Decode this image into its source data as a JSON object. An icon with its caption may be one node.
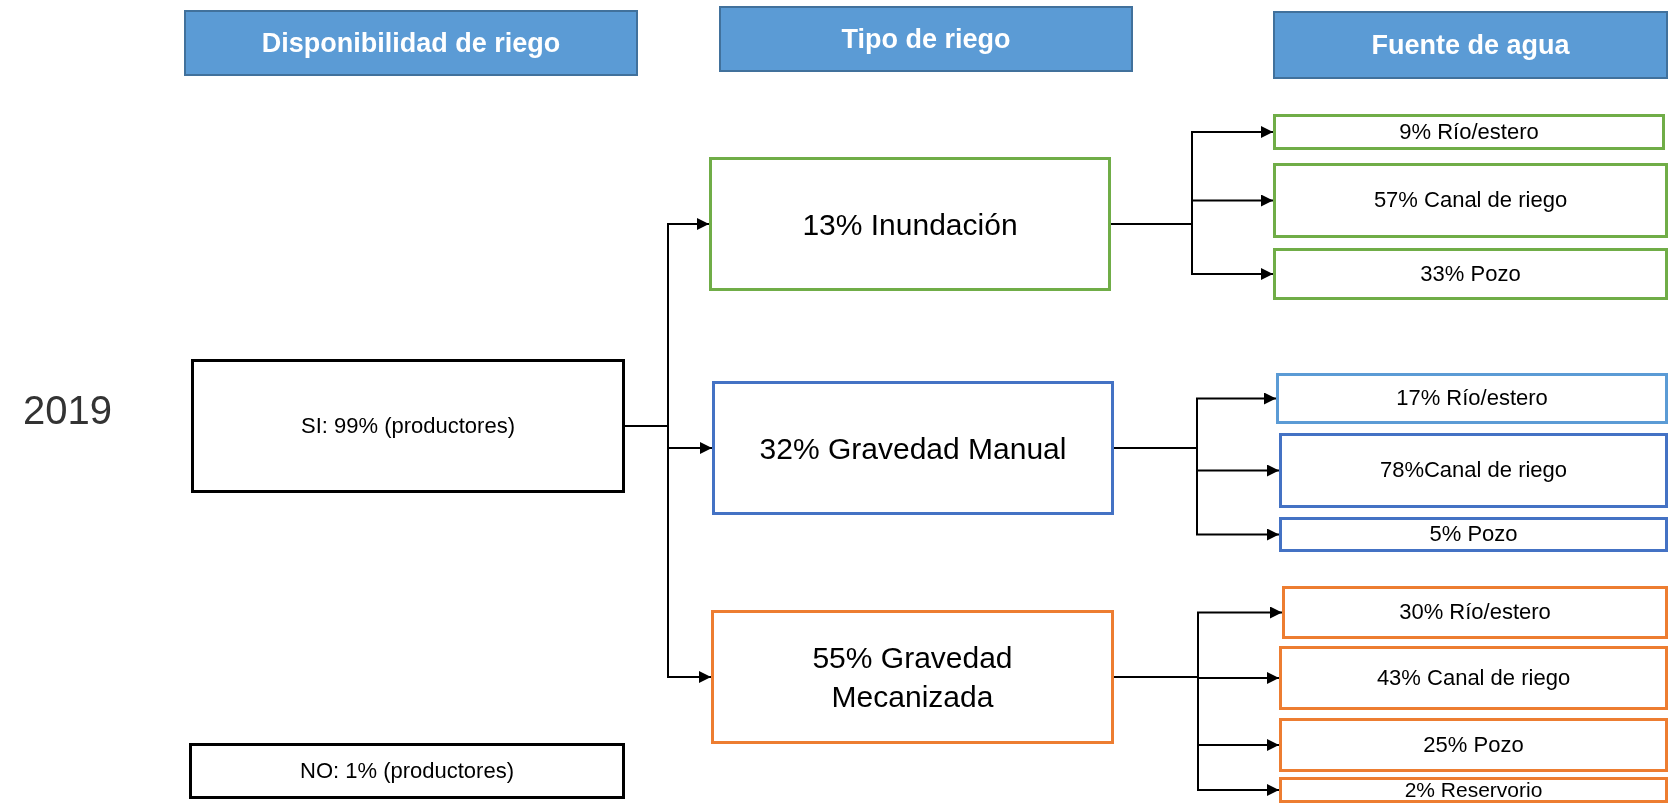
{
  "diagram": {
    "nodes": [
      {
        "text": [
          "Disponibilidad de riego"
        ]
      },
      {
        "text": [
          "Tipo de riego"
        ]
      },
      {
        "text": [
          "Fuente de agua"
        ]
      },
      {
        "text": [
          "SI: 99% (productores)"
        ]
      },
      {
        "text": [
          "NO: 1% (productores)"
        ]
      },
      {
        "text": [
          "13% Inundación"
        ]
      },
      {
        "text": [
          "32% Gravedad Manual"
        ]
      },
      {
        "text": [
          "55% Gravedad Mecanizada"
        ]
      },
      {
        "text": [
          "9% Río/estero"
        ]
      },
      {
        "text": [
          "57% Canal de riego"
        ]
      },
      {
        "text": [
          "33% Pozo"
        ]
      },
      {
        "text": [
          "17% Río/estero"
        ]
      },
      {
        "text": [
          "78%Canal de riego"
        ]
      },
      {
        "text": [
          "5% Pozo"
        ]
      },
      {
        "text": [
          "30% Río/estero"
        ]
      },
      {
        "text": [
          "43% Canal de riego"
        ]
      },
      {
        "text": [
          "25% Pozo"
        ]
      },
      {
        "text": [
          "2% Reservorio"
        ]
      }
    ],
    "edges": [
      {
        "from": 3,
        "to": 5,
        "arrow": "to"
      },
      {
        "from": 3,
        "to": 6,
        "arrow": "to"
      },
      {
        "from": 3,
        "to": 7,
        "arrow": "to"
      },
      {
        "from": 5,
        "to": 8,
        "arrow": "to"
      },
      {
        "from": 5,
        "to": 9,
        "arrow": "to"
      },
      {
        "from": 5,
        "to": 10,
        "arrow": "to"
      },
      {
        "from": 6,
        "to": 11,
        "arrow": "to"
      },
      {
        "from": 6,
        "to": 12,
        "arrow": "to"
      },
      {
        "from": 6,
        "to": 13,
        "arrow": "to"
      },
      {
        "from": 7,
        "to": 14,
        "arrow": "to"
      },
      {
        "from": 7,
        "to": 15,
        "arrow": "to"
      },
      {
        "from": 7,
        "to": 16,
        "arrow": "to"
      },
      {
        "from": 7,
        "to": 17,
        "arrow": "to"
      }
    ],
    "labels": [
      "2019"
    ]
  }
}
